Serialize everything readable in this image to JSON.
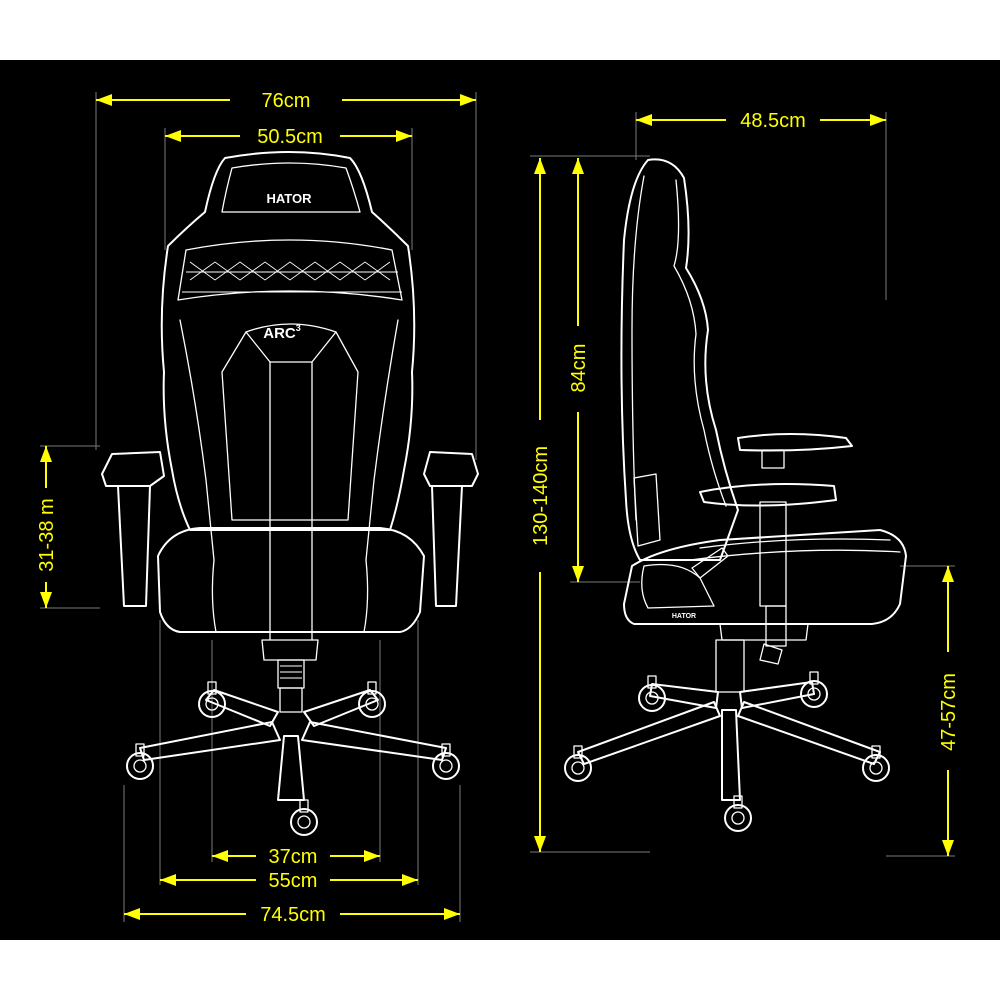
{
  "colors": {
    "background": "#000000",
    "outline": "#ffffff",
    "dimension": "#ffff00",
    "extension": "#7a7a7a"
  },
  "brand": {
    "logo": "HATOR",
    "backrest_badge": "ARC",
    "backrest_badge_sup": "3",
    "side_label": "HATOR"
  },
  "front_view": {
    "overall_width": "76cm",
    "backrest_width": "50.5cm",
    "armrest_height": "31-38 m",
    "base_inner": "37cm",
    "base_mid": "55cm",
    "base_width": "74.5cm"
  },
  "side_view": {
    "depth": "48.5cm",
    "backrest_height": "84cm",
    "total_height": "130-140cm",
    "seat_height": "47-57cm"
  }
}
